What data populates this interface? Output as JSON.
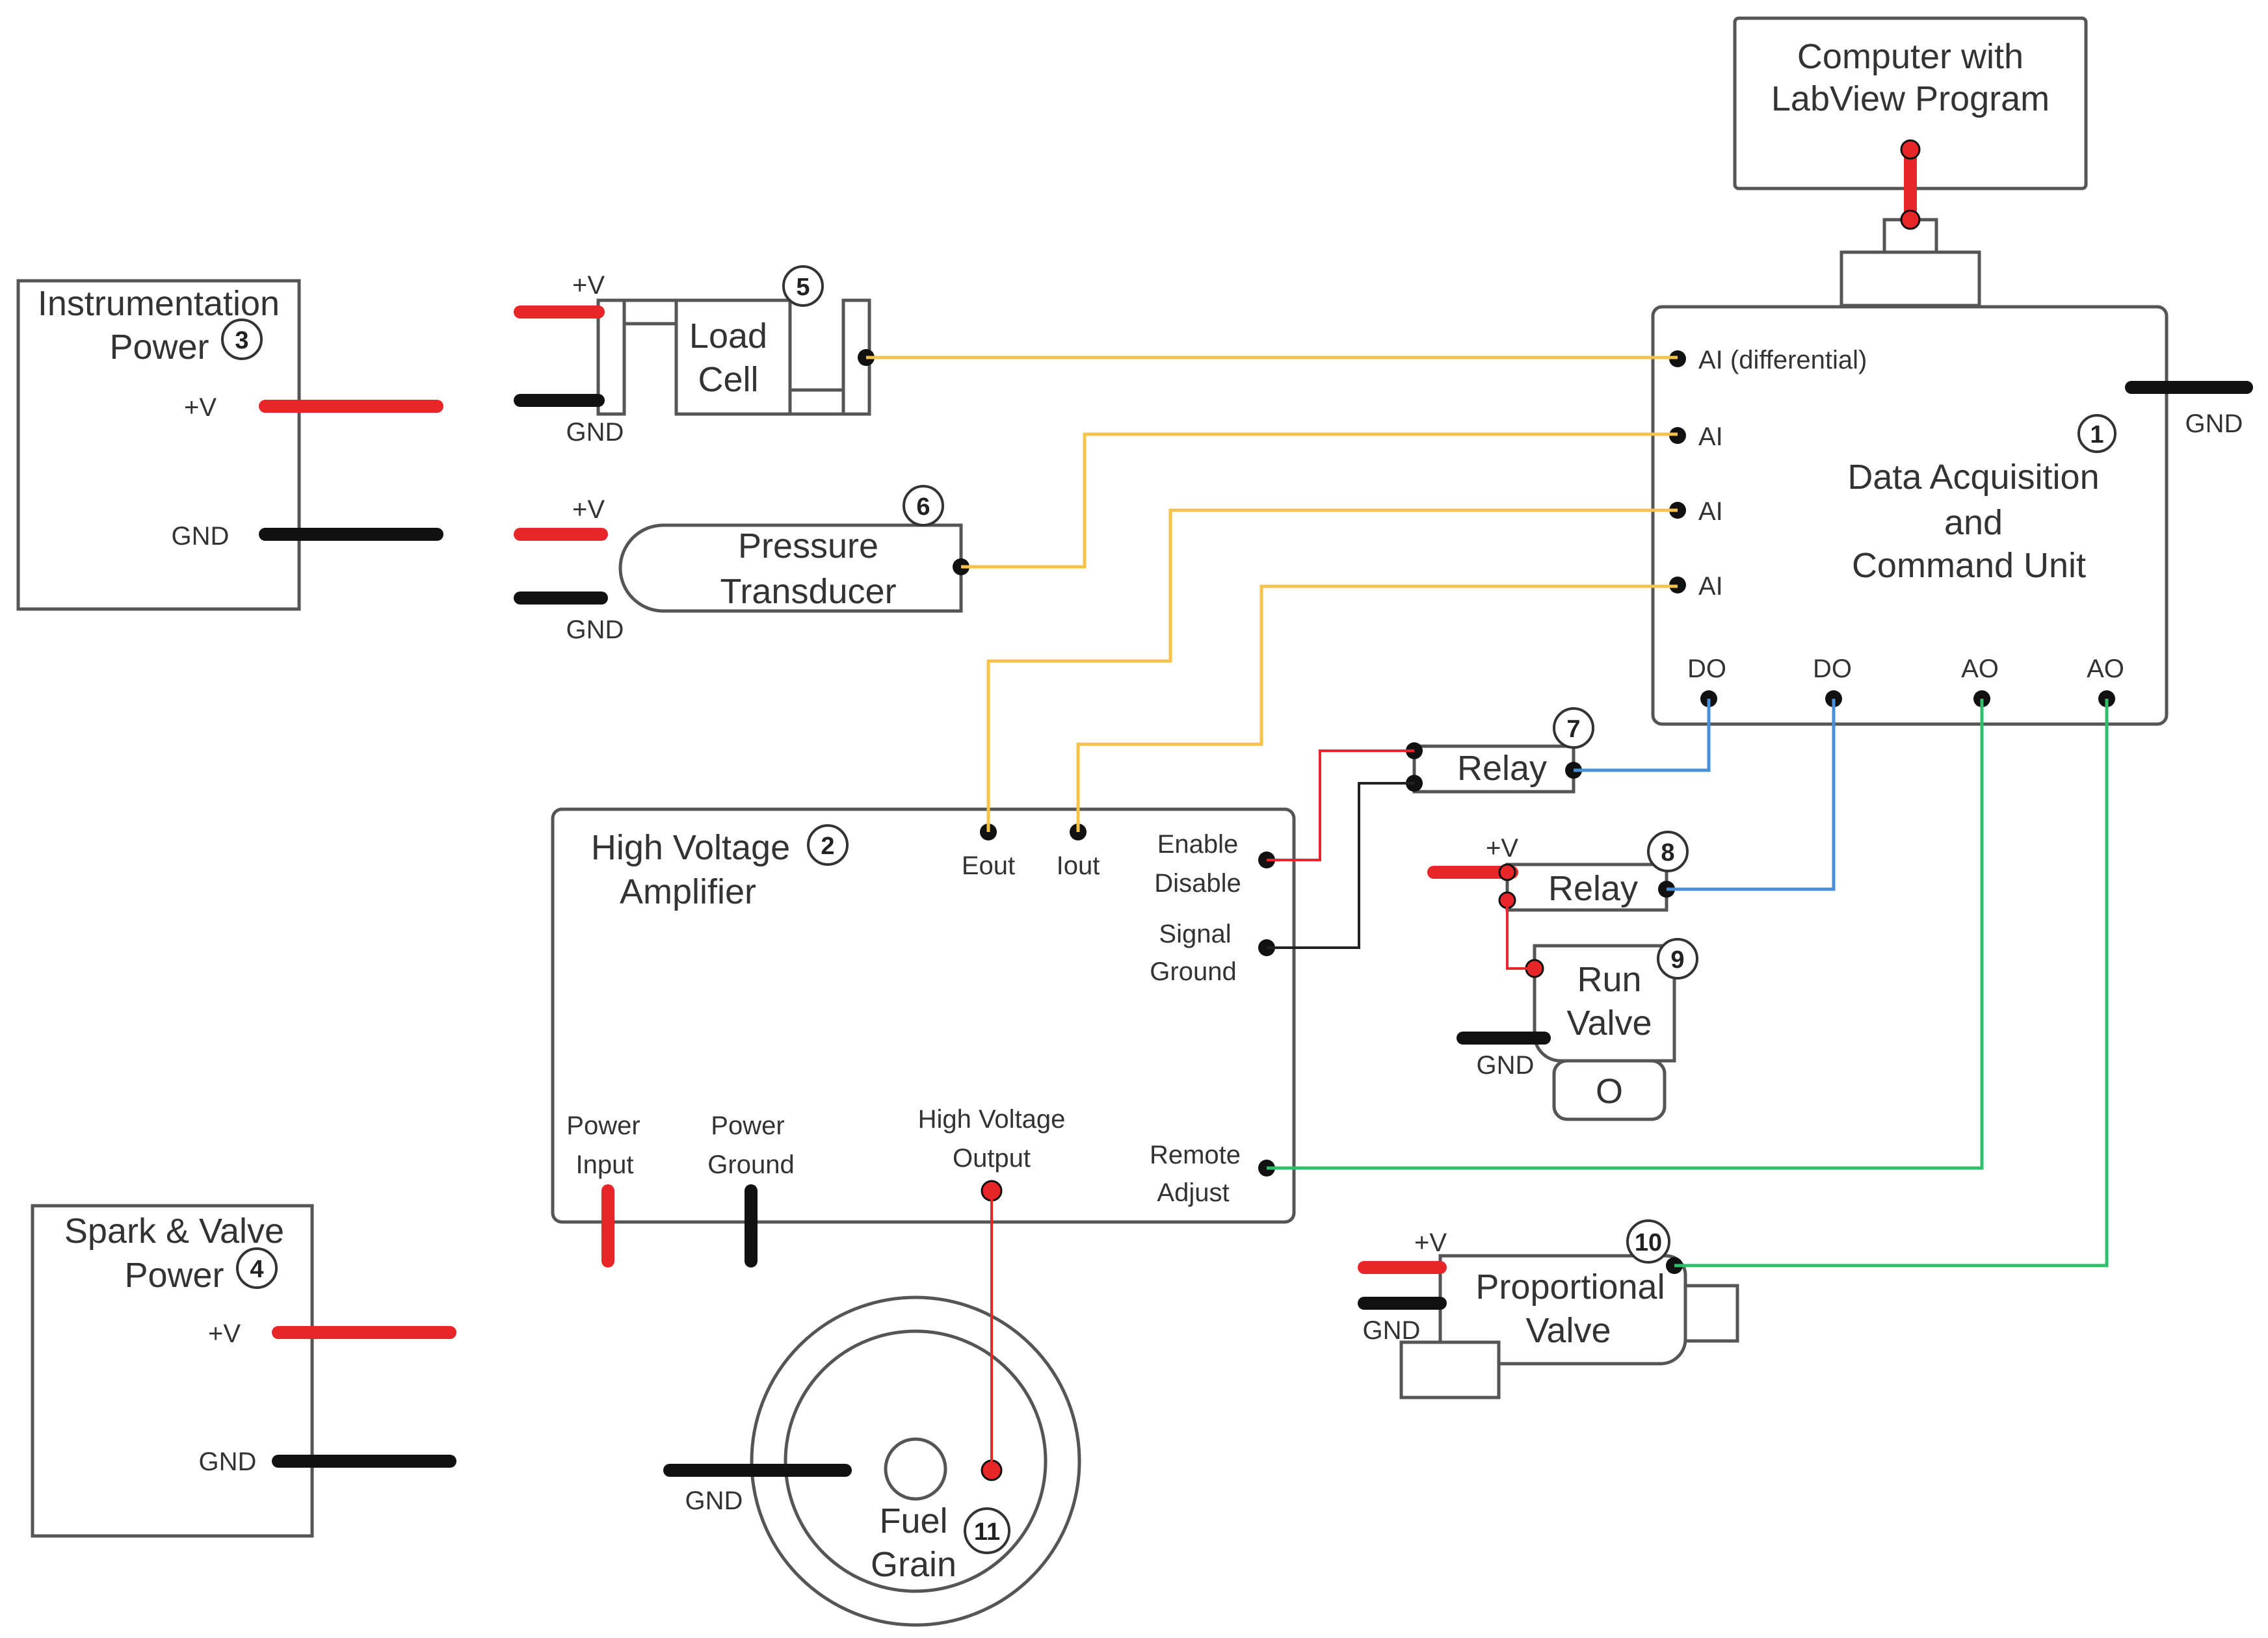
{
  "components": {
    "computer": {
      "line1": "Computer with",
      "line2": "LabView Program"
    },
    "daq": {
      "line1": "Data Acquisition",
      "line2": "and",
      "line3": "Command Unit",
      "num": "1",
      "ai_diff": "AI (differential)",
      "ai": "AI",
      "do": "DO",
      "ao": "AO",
      "gnd": "GND"
    },
    "hva": {
      "line1": "High Voltage",
      "line2": "Amplifier",
      "num": "2",
      "eout": "Eout",
      "iout": "Iout",
      "enable": "Enable",
      "disable": "Disable",
      "signal": "Signal",
      "ground": "Ground",
      "power": "Power",
      "input": "Input",
      "power_g": "Power",
      "ground_g": "Ground",
      "hv": "High Voltage",
      "output": "Output",
      "remote": "Remote",
      "adjust": "Adjust"
    },
    "inst_power": {
      "line1": "Instrumentation",
      "line2": "Power",
      "num": "3",
      "v": "+V",
      "gnd": "GND"
    },
    "spark_power": {
      "line1": "Spark & Valve",
      "line2": "Power",
      "num": "4",
      "v": "+V",
      "gnd": "GND"
    },
    "load_cell": {
      "line1": "Load",
      "line2": "Cell",
      "num": "5",
      "v": "+V",
      "gnd": "GND"
    },
    "pressure": {
      "line1": "Pressure",
      "line2": "Transducer",
      "num": "6",
      "v": "+V",
      "gnd": "GND"
    },
    "relay7": {
      "label": "Relay",
      "num": "7"
    },
    "relay8": {
      "label": "Relay",
      "num": "8",
      "v": "+V"
    },
    "run_valve": {
      "line1": "Run",
      "line2": "Valve",
      "num": "9",
      "gnd": "GND",
      "glyph": "O"
    },
    "prop_valve": {
      "line1": "Proportional",
      "line2": "Valve",
      "num": "10",
      "v": "+V",
      "gnd": "GND"
    },
    "fuel": {
      "line1": "Fuel",
      "line2": "Grain",
      "num": "11",
      "gnd": "GND"
    }
  },
  "colors": {
    "power_wire": "#e8262a",
    "ground_wire": "#111111",
    "analog_input": "#f6c34a",
    "digital_output": "#4a90d9",
    "analog_output": "#2fbf6a"
  }
}
